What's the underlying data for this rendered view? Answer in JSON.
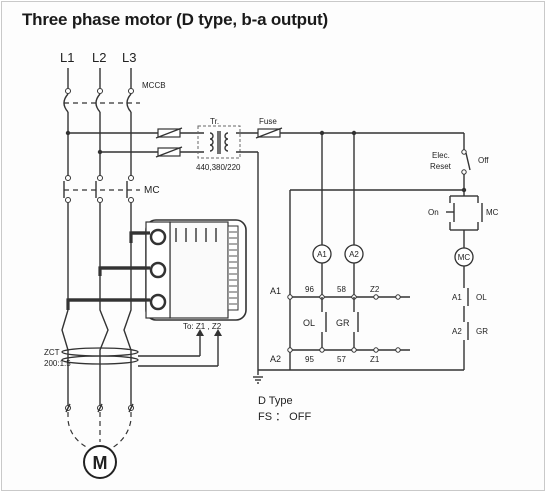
{
  "title": "Three phase motor (D type, b-a output)",
  "labels": {
    "l1": "L1",
    "l2": "L2",
    "l3": "L3",
    "mccb": "MCCB",
    "tr": "Tr.",
    "fuse": "Fuse",
    "tr_voltage": "440,380/220",
    "mc": "MC",
    "to_z": "To: Z1 , Z2",
    "zct": "ZCT",
    "zct_ratio": "200:1:5",
    "motor": "M",
    "a1_coil": "A1",
    "a2_coil": "A2",
    "a1": "A1",
    "a2": "A2",
    "t96": "96",
    "t58": "58",
    "tz2": "Z2",
    "t95": "95",
    "t57": "57",
    "tz1": "Z1",
    "ol": "OL",
    "gr": "GR",
    "elec": "Elec.",
    "reset": "Reset",
    "off": "Off",
    "on": "On",
    "mc_aux": "MC",
    "mc_coil": "MC",
    "a1_r": "A1",
    "ol_r": "OL",
    "a2_r": "A2",
    "gr_r": "GR",
    "d_type": "D Type",
    "fs": "FS ： OFF"
  }
}
